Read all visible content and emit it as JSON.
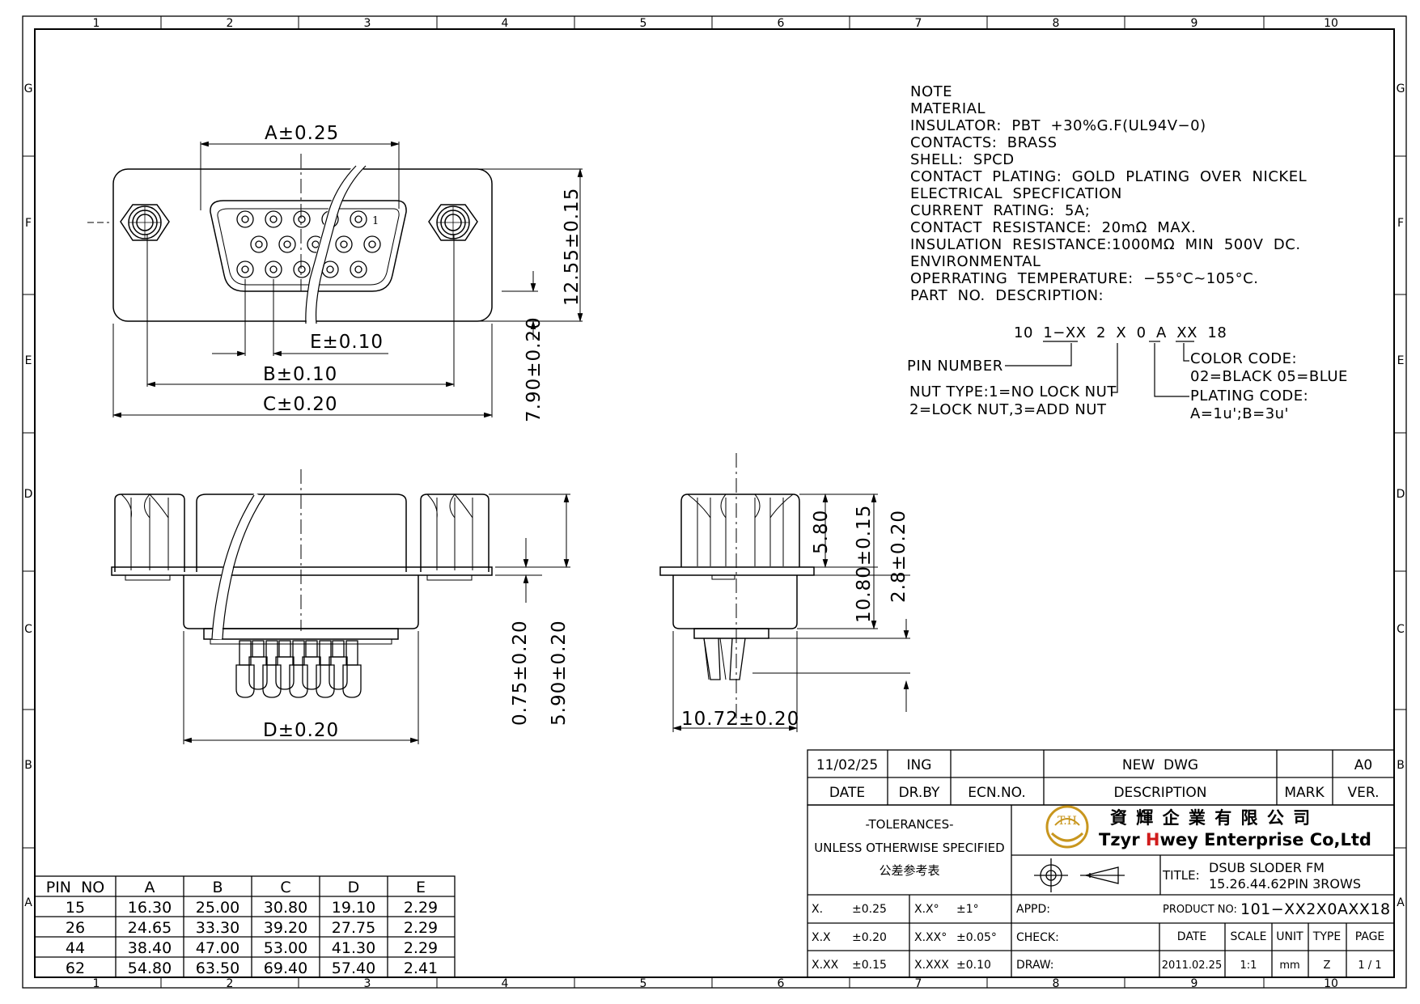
{
  "border": {
    "col_numbers": [
      "1",
      "2",
      "3",
      "4",
      "5",
      "6",
      "7",
      "8",
      "9",
      "10"
    ],
    "row_letters": [
      "G",
      "F",
      "E",
      "D",
      "C",
      "B",
      "A"
    ]
  },
  "notes": {
    "heading": "NOTE",
    "lines": [
      "MATERIAL",
      "INSULATOR:  PBT  +30%G.F(UL94V−0)",
      "CONTACTS:  BRASS",
      "SHELL:  SPCD",
      "CONTACT  PLATING:  GOLD  PLATING  OVER  NICKEL",
      "ELECTRICAL  SPECFICATION",
      "CURRENT  RATING:  5A;",
      "CONTACT  RESISTANCE:  20mΩ  MAX.",
      "INSULATION  RESISTANCE:1000MΩ  MIN  500V  DC.",
      "ENVIRONMENTAL",
      "OPERRATING  TEMPERATURE:  −55°C~105°C.",
      "PART  NO.  DESCRIPTION:"
    ]
  },
  "part_code": {
    "code": "10  1−XX  2  X  0  A  XX  18",
    "pin_number": "PIN  NUMBER",
    "nut_type_1": "NUT  TYPE:1=NO  LOCK  NUT",
    "nut_type_2": "2=LOCK  NUT,3=ADD  NUT",
    "color_code": "COLOR  CODE:",
    "color_values": "02=BLACK  05=BLUE",
    "plating_code": "PLATING  CODE:",
    "plating_values": "A=1u';B=3u'"
  },
  "dimensions": {
    "a": "A±0.25",
    "b": "B±0.10",
    "c": "C±0.20",
    "d": "D±0.20",
    "e": "E±0.10",
    "h1": "12.55±0.15",
    "h2": "7.90±0.20",
    "v1": "0.75±0.20",
    "v2": "5.90±0.20",
    "s1": "5.80",
    "s2": "10.80±0.15",
    "s3": "2.8±0.20",
    "depth": "10.72±0.20",
    "pin1": "1"
  },
  "dim_table": {
    "headers": [
      "PIN  NO",
      "A",
      "B",
      "C",
      "D",
      "E"
    ],
    "rows": [
      [
        "15",
        "16.30",
        "25.00",
        "30.80",
        "19.10",
        "2.29"
      ],
      [
        "26",
        "24.65",
        "33.30",
        "39.20",
        "27.75",
        "2.29"
      ],
      [
        "44",
        "38.40",
        "47.00",
        "53.00",
        "41.30",
        "2.29"
      ],
      [
        "62",
        "54.80",
        "63.50",
        "69.40",
        "57.40",
        "2.41"
      ]
    ]
  },
  "revision": {
    "date": "11/02/25",
    "drawn_by": "ING",
    "ecn": "",
    "description": "NEW  DWG",
    "mark": "",
    "version": "A0",
    "h_date": "DATE",
    "h_drby": "DR.BY",
    "h_ecn": "ECN.NO.",
    "h_desc": "DESCRIPTION",
    "h_mark": "MARK",
    "h_ver": "VER."
  },
  "tolerances": {
    "title": "-TOLERANCES-",
    "subtitle": "UNLESS OTHERWISE SPECIFIED",
    "chinese": "公差参考表",
    "rows": [
      [
        "X.",
        "±0.25",
        "X.X°",
        "±1°"
      ],
      [
        "X.X",
        "±0.20",
        "X.XX°",
        "±0.05°"
      ],
      [
        "X.XX",
        "±0.15",
        "X.XXX",
        "±0.10"
      ]
    ]
  },
  "company": {
    "logo": "T.H",
    "name_cn": "資 輝 企 業 有 限 公 司",
    "name_en_1": "Tzyr ",
    "name_en_h": "H",
    "name_en_2": "wey Enterprise Co,Ltd"
  },
  "title_block": {
    "title_label": "TITLE:",
    "title_1": "DSUB SLODER FM",
    "title_2": "15.26.44.62PIN 3ROWS",
    "product_label": "PRODUCT NO:",
    "product_no": "101−XX2X0AXX18",
    "appd": "APPD:",
    "check": "CHECK:",
    "draw": "DRAW:",
    "h_date": "DATE",
    "h_scale": "SCALE",
    "h_unit": "UNIT",
    "h_type": "TYPE",
    "h_page": "PAGE",
    "date": "2011.02.25",
    "scale": "1:1",
    "unit": "mm",
    "type": "Z",
    "page": "1 / 1"
  },
  "colors": {
    "line": "#000000",
    "logo_gold": "#c8961e",
    "logo_red": "#d01c1c"
  }
}
